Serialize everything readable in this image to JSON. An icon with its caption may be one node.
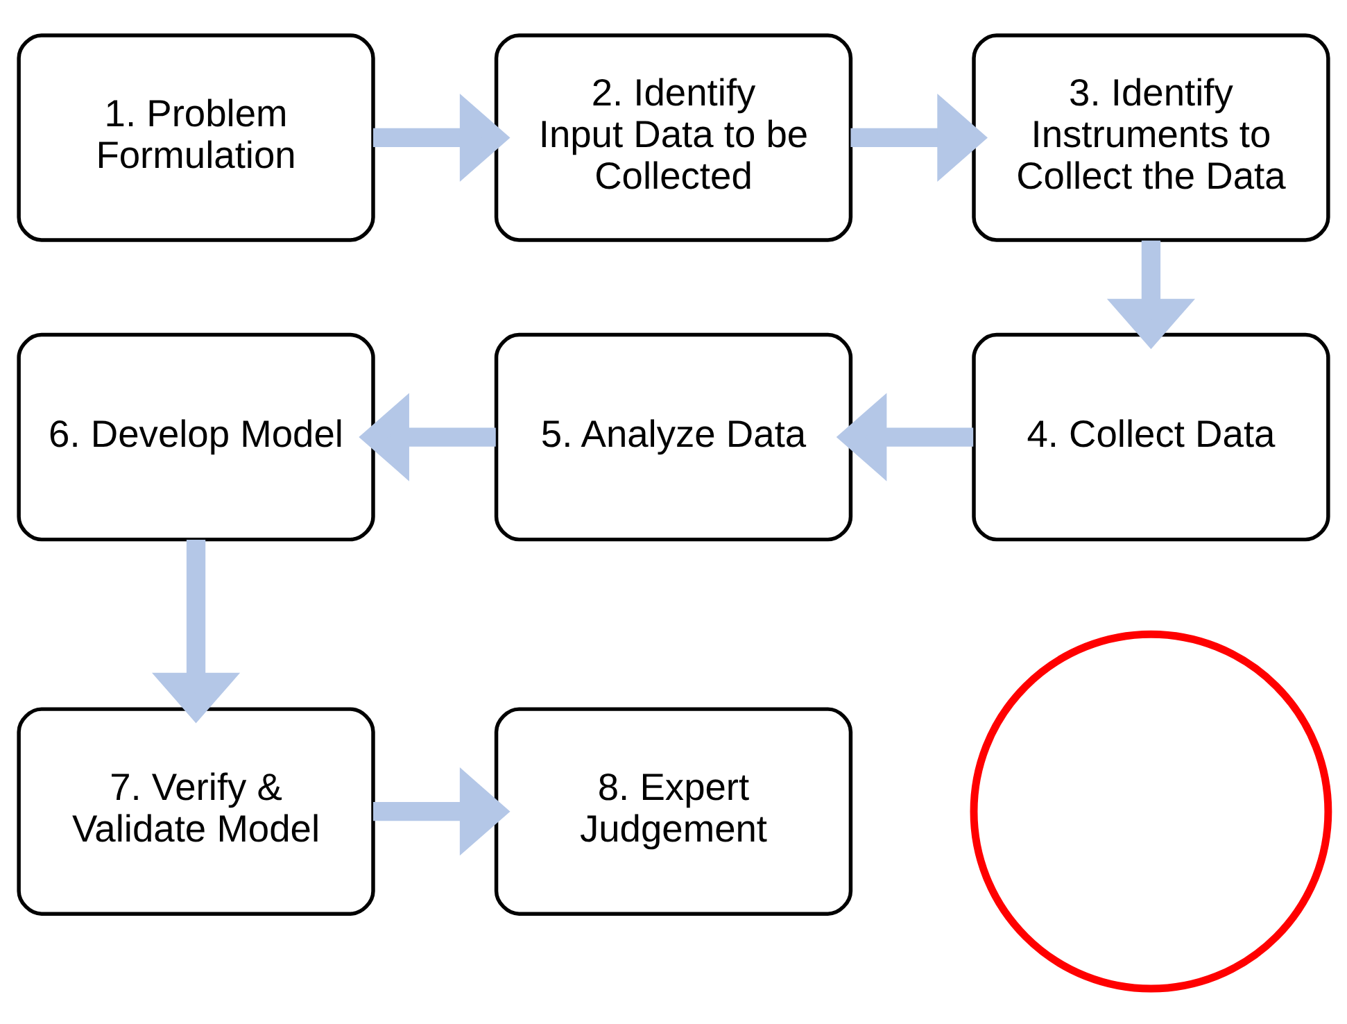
{
  "diagram": {
    "nodes": [
      {
        "text": [
          "1. Problem Formulation"
        ]
      },
      {
        "text": [
          "2. Identify Input Data to be Collected"
        ]
      },
      {
        "text": [
          "3. Identify Instruments to Collect the Data"
        ]
      },
      {
        "text": [
          "4. Collect Data"
        ]
      },
      {
        "text": [
          "5. Analyze Data"
        ]
      },
      {
        "text": [
          "6. Develop Model"
        ]
      },
      {
        "text": [
          "7. Verify & Validate Model"
        ]
      },
      {
        "text": [],
        "shape": "circle"
      },
      {
        "text": [
          "8. Expert Judgement"
        ]
      }
    ],
    "edges": [
      {
        "from": 0,
        "to": 1,
        "arrow": "to"
      },
      {
        "from": 1,
        "to": 2,
        "arrow": "to"
      },
      {
        "from": 2,
        "to": 3,
        "arrow": "to"
      },
      {
        "from": 3,
        "to": 4,
        "arrow": "to"
      },
      {
        "from": 4,
        "to": 5,
        "arrow": "to"
      },
      {
        "from": 5,
        "to": 6,
        "arrow": "to"
      },
      {
        "from": 6,
        "to": 8,
        "arrow": "to"
      }
    ]
  }
}
